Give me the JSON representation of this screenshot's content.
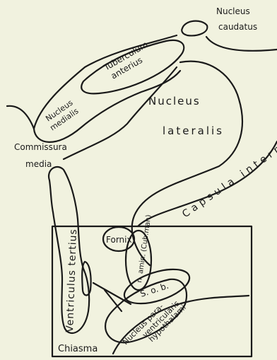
{
  "labels": {
    "nucleus_caudatus_1": "Nucleus",
    "nucleus_caudatus_2": "caudatus",
    "tuberculum_1": "Tuberculum",
    "tuberculum_2": "anterius",
    "nucleus_lateralis_1": "Nucleus",
    "nucleus_lateralis_2": "lateralis",
    "nucleus_medialis_1": "Nucleus",
    "nucleus_medialis_2": "medialis",
    "commissura_1": "Commissura",
    "commissura_2": "media",
    "capsula_interna": "Capsula interna",
    "ventriculus_tertius": "Ventriculus tertius",
    "fornix": "Fornix",
    "nucleus_amygdalae": "n. amin. (Cub.man)",
    "sob": "S. o. b.",
    "nucleus_para_1": "Nucleus para-",
    "nucleus_para_2": "ventricularis",
    "nucleus_para_3": "hypothalami",
    "chiasma": "Chiasma"
  },
  "colors": {
    "background": "#f1f2df",
    "ink": "#1a1a1a"
  }
}
